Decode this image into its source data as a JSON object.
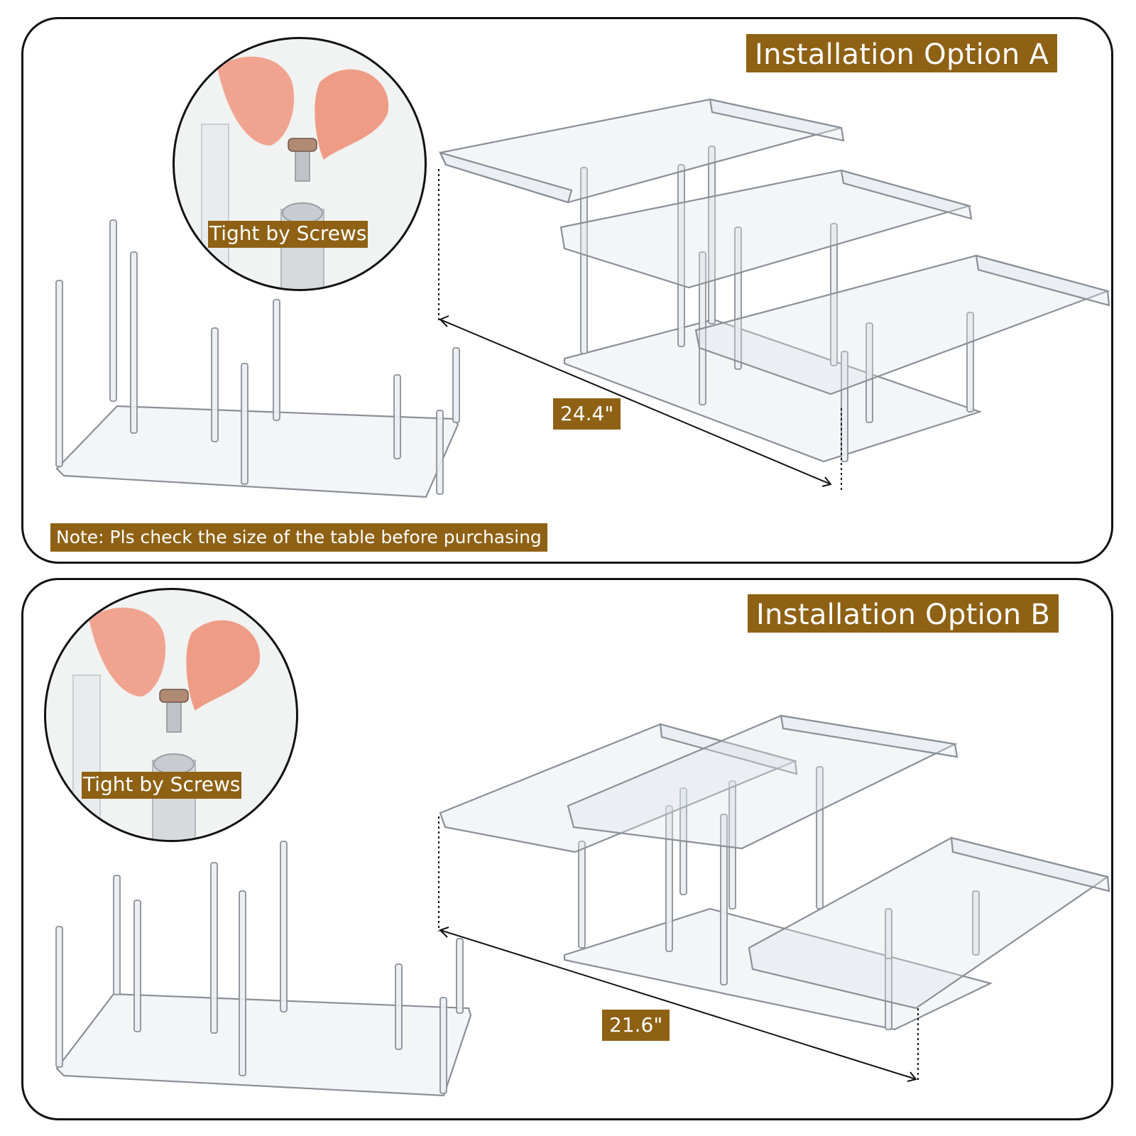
{
  "panel_a": {
    "title": "Installation Option A",
    "screw_label": "Tight by Screws",
    "dimension": "24.4\"",
    "note": "Note: Pls check the size of the table before purchasing"
  },
  "panel_b": {
    "title": "Installation Option B",
    "screw_label": "Tight by Screws",
    "dimension": "21.6\""
  },
  "colors": {
    "tag_background": "#8e6114",
    "tag_text": "#ffffff",
    "border": "#111111"
  }
}
